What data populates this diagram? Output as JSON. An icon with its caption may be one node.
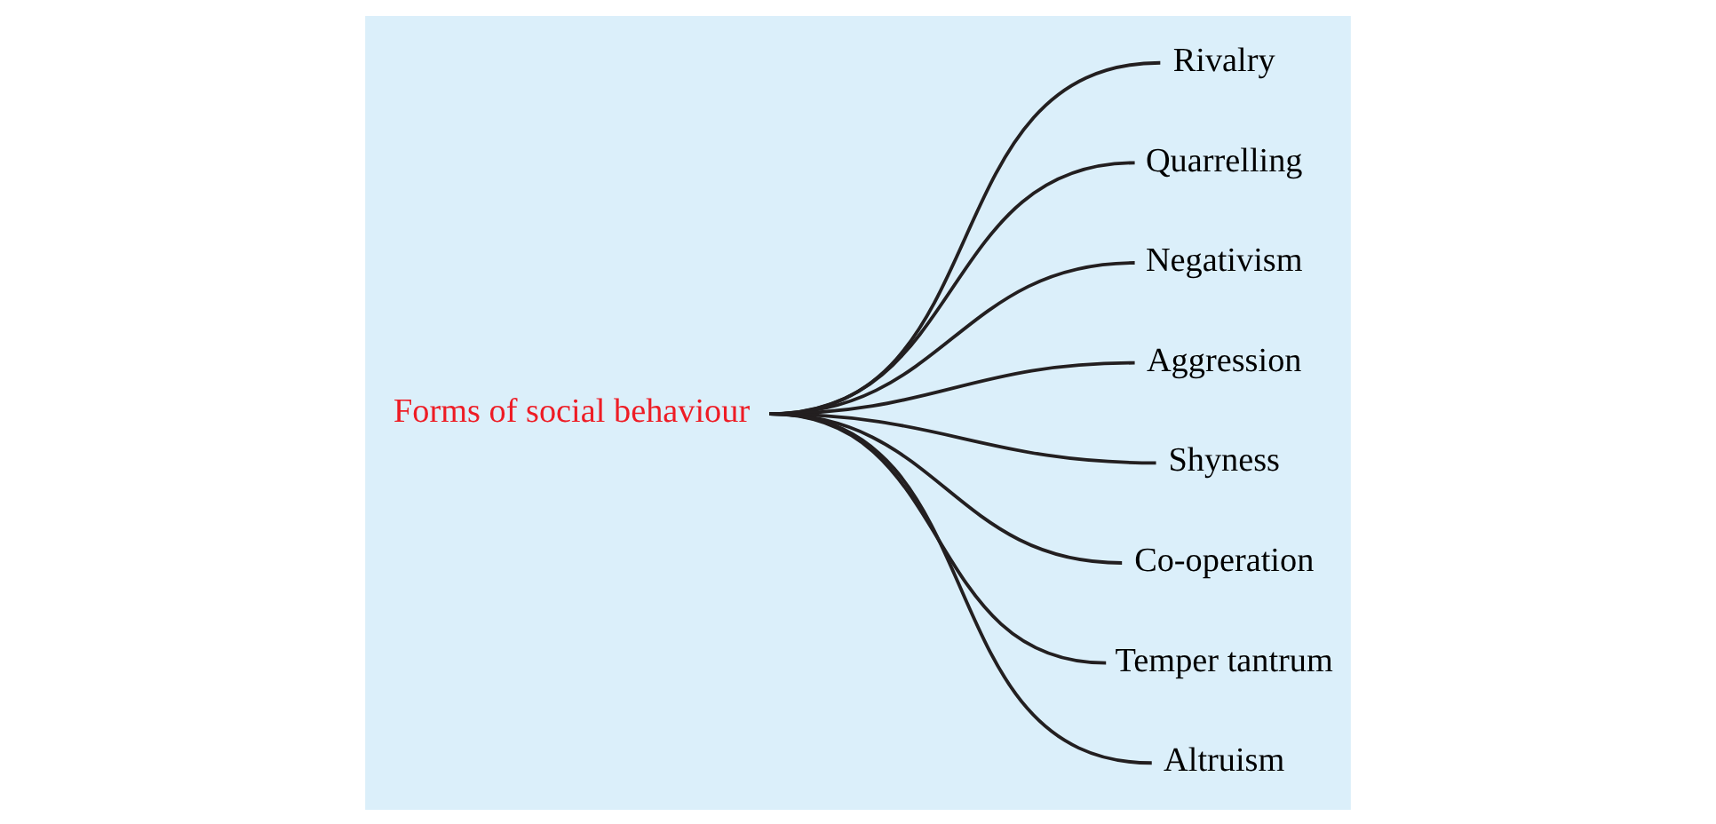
{
  "diagram": {
    "nodes": [
      {
        "text": [
          "Forms of social behaviour"
        ]
      },
      {
        "text": [
          "Rivalry"
        ]
      },
      {
        "text": [
          "Quarrelling"
        ]
      },
      {
        "text": [
          "Negativism"
        ]
      },
      {
        "text": [
          "Aggression"
        ]
      },
      {
        "text": [
          "Shyness"
        ]
      },
      {
        "text": [
          "Co-operation"
        ]
      },
      {
        "text": [
          "Temper tantrum"
        ]
      },
      {
        "text": [
          "Altruism"
        ]
      }
    ],
    "edges": [
      {
        "from": 0,
        "to": 1,
        "arrow": "none"
      },
      {
        "from": 0,
        "to": 2,
        "arrow": "none"
      },
      {
        "from": 0,
        "to": 3,
        "arrow": "none"
      },
      {
        "from": 0,
        "to": 4,
        "arrow": "none"
      },
      {
        "from": 0,
        "to": 5,
        "arrow": "none"
      },
      {
        "from": 0,
        "to": 6,
        "arrow": "none"
      },
      {
        "from": 0,
        "to": 7,
        "arrow": "none"
      },
      {
        "from": 0,
        "to": 8,
        "arrow": "none"
      }
    ]
  }
}
